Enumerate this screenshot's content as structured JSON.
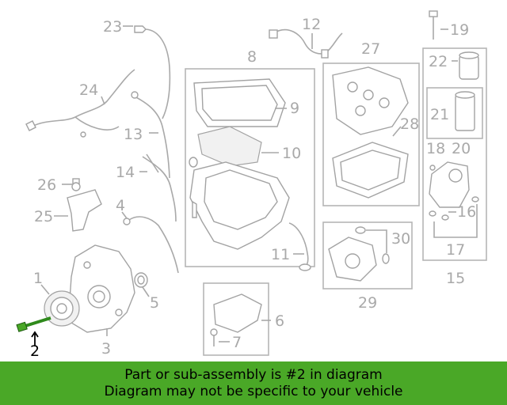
{
  "banner": {
    "line1": "Part or sub-assembly is #2 in diagram",
    "line2": "Diagram may not be specific to your vehicle",
    "color": "#4aa827"
  },
  "highlight_part": "2",
  "callouts": {
    "c1": "1",
    "c2": "2",
    "c3": "3",
    "c4": "4",
    "c5": "5",
    "c6": "6",
    "c7": "7",
    "c8": "8",
    "c9": "9",
    "c10": "10",
    "c11": "11",
    "c12": "12",
    "c13": "13",
    "c14": "14",
    "c15": "15",
    "c16": "16",
    "c17": "17",
    "c18": "18",
    "c19": "19",
    "c20": "20",
    "c21": "21",
    "c22": "22",
    "c23": "23",
    "c24": "24",
    "c25": "25",
    "c26": "26",
    "c27": "27",
    "c28": "28",
    "c29": "29",
    "c30": "30"
  }
}
